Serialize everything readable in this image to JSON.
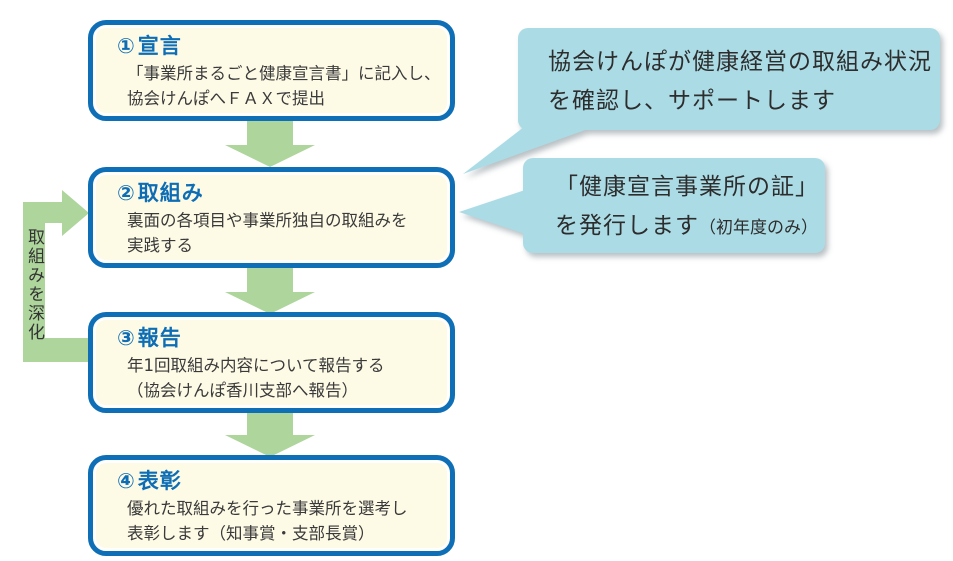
{
  "colors": {
    "box_border_blue": "#0e6eb6",
    "box_fill_cream": "#fdfae6",
    "title_blue": "#0d6db5",
    "arrow_green": "#aed59c",
    "callout_blue": "#abdce6",
    "body_text": "#3a3a3a"
  },
  "steps": [
    {
      "number": "①",
      "title": "宣言",
      "lines": [
        "「事業所まるごと健康宣言書」に記入し、",
        "協会けんぽへＦＡＸで提出"
      ]
    },
    {
      "number": "②",
      "title": "取組み",
      "lines": [
        "裏面の各項目や事業所独自の取組みを",
        "実践する"
      ]
    },
    {
      "number": "③",
      "title": "報告",
      "lines": [
        "年1回取組み内容について報告する",
        "（協会けんぽ香川支部へ報告）"
      ]
    },
    {
      "number": "④",
      "title": "表彰",
      "lines": [
        "優れた取組みを行った事業所を選考し",
        "表彰します（知事賞・支部長賞）"
      ]
    }
  ],
  "callouts": [
    {
      "lines": [
        "協会けんぽが健康経営の取組み状況",
        "を確認し、サポートします"
      ]
    },
    {
      "line1": "「健康宣言事業所の証」",
      "line2_main": "を発行します",
      "line2_note": "（初年度のみ）"
    }
  ],
  "loop": {
    "label": "取組みを深化"
  }
}
